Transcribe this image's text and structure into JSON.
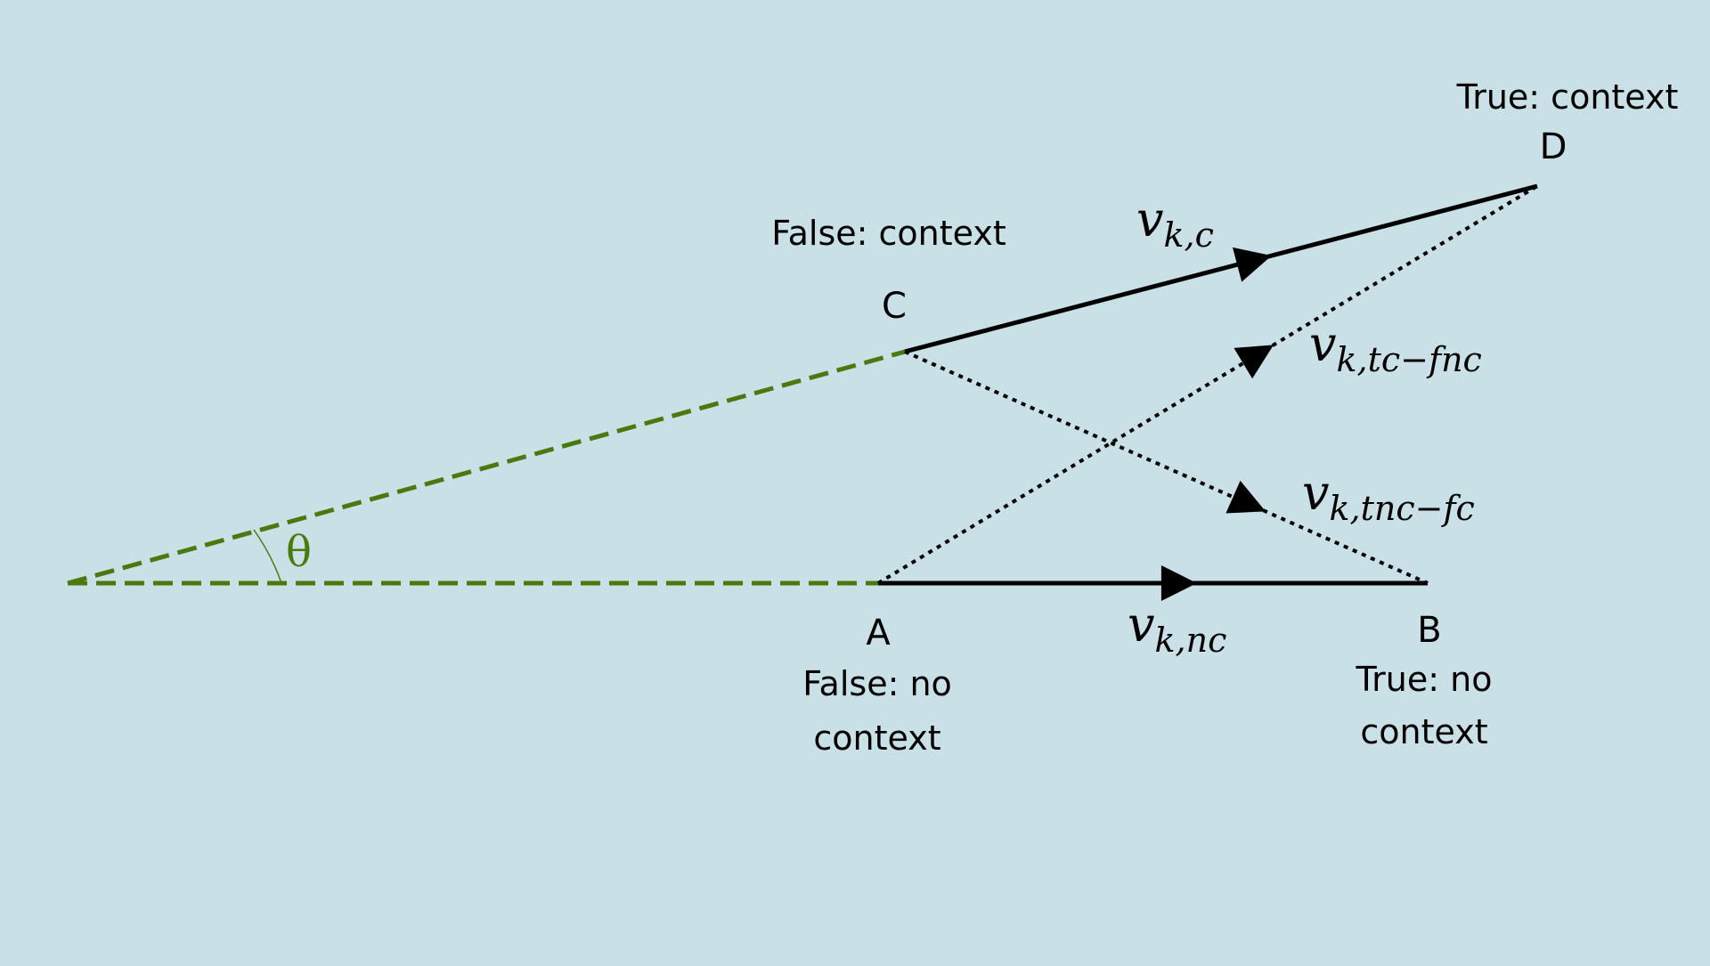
{
  "colors": {
    "background": "#c9e0e6",
    "solid_vector": "#000000",
    "dotted_vector": "#000000",
    "dashed_extension": "#4a7a0f"
  },
  "points": {
    "A": {
      "letter": "A",
      "desc_line1": "False: no",
      "desc_line2": "context"
    },
    "B": {
      "letter": "B",
      "desc_line1": "True: no",
      "desc_line2": "context"
    },
    "C": {
      "letter": "C",
      "desc": "False: context"
    },
    "D": {
      "letter": "D",
      "desc": "True: context"
    }
  },
  "vectors": {
    "v_nc": {
      "base": "v",
      "sub": "k,nc"
    },
    "v_c": {
      "base": "v",
      "sub": "k,c"
    },
    "v_tc_fnc": {
      "base": "v",
      "sub": "k,tc−fnc"
    },
    "v_tnc_fc": {
      "base": "v",
      "sub": "k,tnc−fc"
    }
  },
  "angle": {
    "symbol": "θ"
  }
}
